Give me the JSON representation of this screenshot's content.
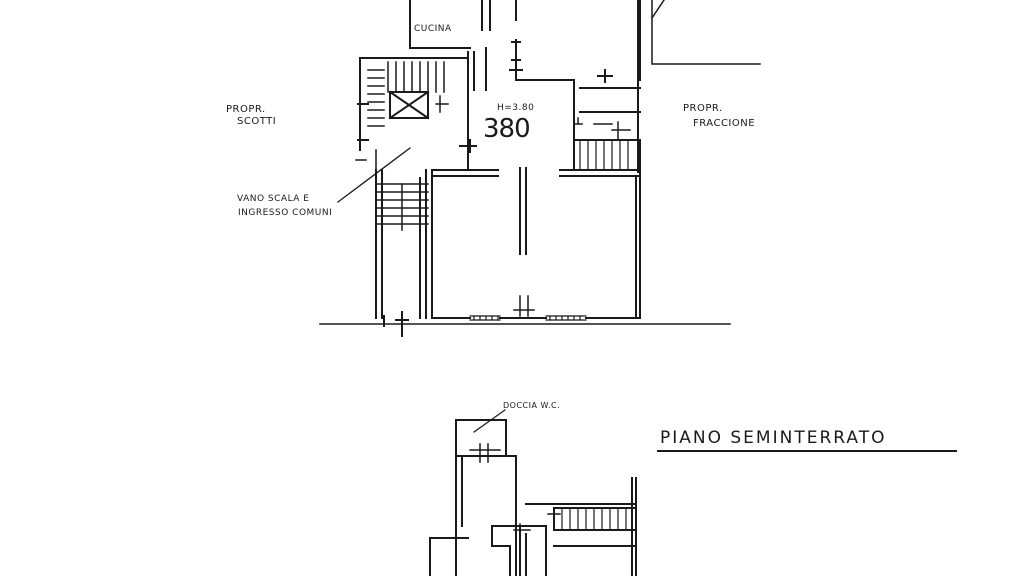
{
  "labels": {
    "cucina": "CUCINA",
    "height": "H=3.80",
    "height_number": "380",
    "left_owner_line1": "PROPR.",
    "left_owner_line2": "SCOTTI",
    "right_owner_line1": "PROPR.",
    "right_owner_line2": "FRACCIONE",
    "stair_line1": "VANO SCALA E",
    "stair_line2": "INGRESSO COMUNI",
    "doccia": "DOCCIA W.C.",
    "plan_title": "PIANO SEMINTERRATO"
  },
  "colors": {
    "ink": "#1a1a1a",
    "paper": "#ffffff"
  }
}
